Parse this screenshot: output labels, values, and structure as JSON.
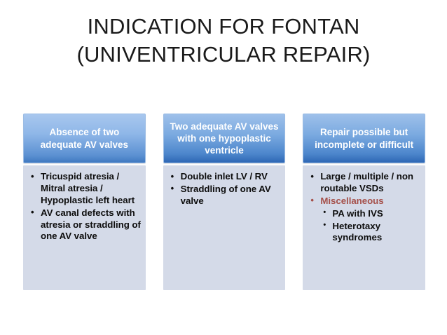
{
  "slide": {
    "title_lines": [
      "INDICATION FOR FONTAN",
      "(UNIVENTRICULAR REPAIR)"
    ],
    "accent_color": "#A5504A",
    "header_gradient_top": "#9EC0EA",
    "header_gradient_bottom": "#2D66B4",
    "body_background": "#D4DAE8",
    "columns": [
      {
        "header": "Absence of two adequate AV valves",
        "bullets": [
          {
            "text": "Tricuspid atresia / Mitral atresia / Hypoplastic left heart",
            "accent": false,
            "sub_bullets": []
          },
          {
            "text": "AV canal defects with atresia or straddling of one AV valve",
            "accent": false,
            "sub_bullets": []
          }
        ]
      },
      {
        "header": "Two adequate AV valves with one hypoplastic ventricle",
        "bullets": [
          {
            "text": "Double inlet LV / RV",
            "accent": false,
            "sub_bullets": []
          },
          {
            "text": "Straddling of one AV valve",
            "accent": false,
            "sub_bullets": []
          }
        ]
      },
      {
        "header": "Repair possible but incomplete or difficult",
        "bullets": [
          {
            "text": "Large / multiple / non routable VSDs",
            "accent": false,
            "sub_bullets": []
          },
          {
            "text": "Miscellaneous",
            "accent": true,
            "sub_bullets": [
              "PA with IVS",
              "Heterotaxy syndromes"
            ]
          }
        ]
      }
    ]
  }
}
